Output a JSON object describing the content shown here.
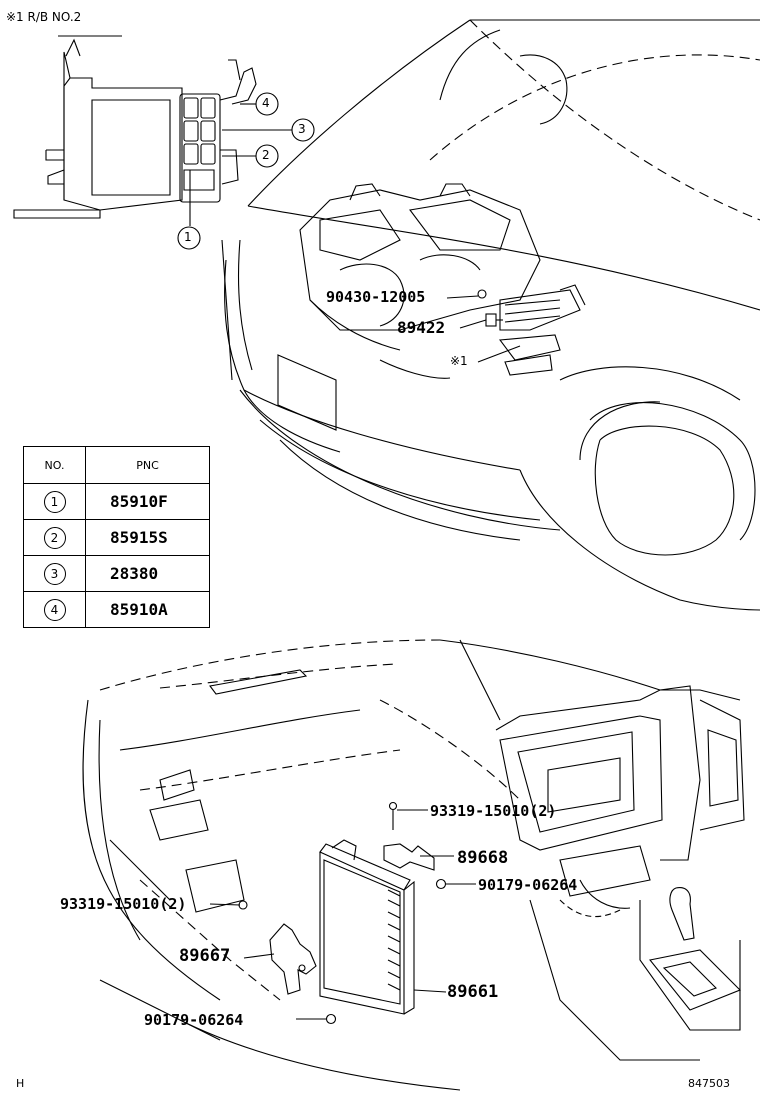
{
  "header": {
    "rb_ref": "※1 R/B NO.2"
  },
  "engine_callouts": {
    "c4": "4",
    "c3": "3",
    "c2": "2",
    "c1": "1",
    "part_90430": "90430-12005",
    "part_89422": "89422",
    "ref_rb": "※1"
  },
  "pnc_table": {
    "header_no": "NO.",
    "header_pnc": "PNC",
    "rows": [
      {
        "no": "1",
        "pnc": "85910F"
      },
      {
        "no": "2",
        "pnc": "85915S"
      },
      {
        "no": "3",
        "pnc": "28380"
      },
      {
        "no": "4",
        "pnc": "85910A"
      }
    ]
  },
  "cabin_callouts": {
    "bolt_top": "93319-15010(2)",
    "bracket_right": "89668",
    "nut_right": "90179-06264",
    "bolt_left": "93319-15010(2)",
    "bracket_left": "89667",
    "ecu": "89661",
    "nut_left": "90179-06264"
  },
  "footer": {
    "left_code": "H",
    "diagram_no": "847503"
  }
}
